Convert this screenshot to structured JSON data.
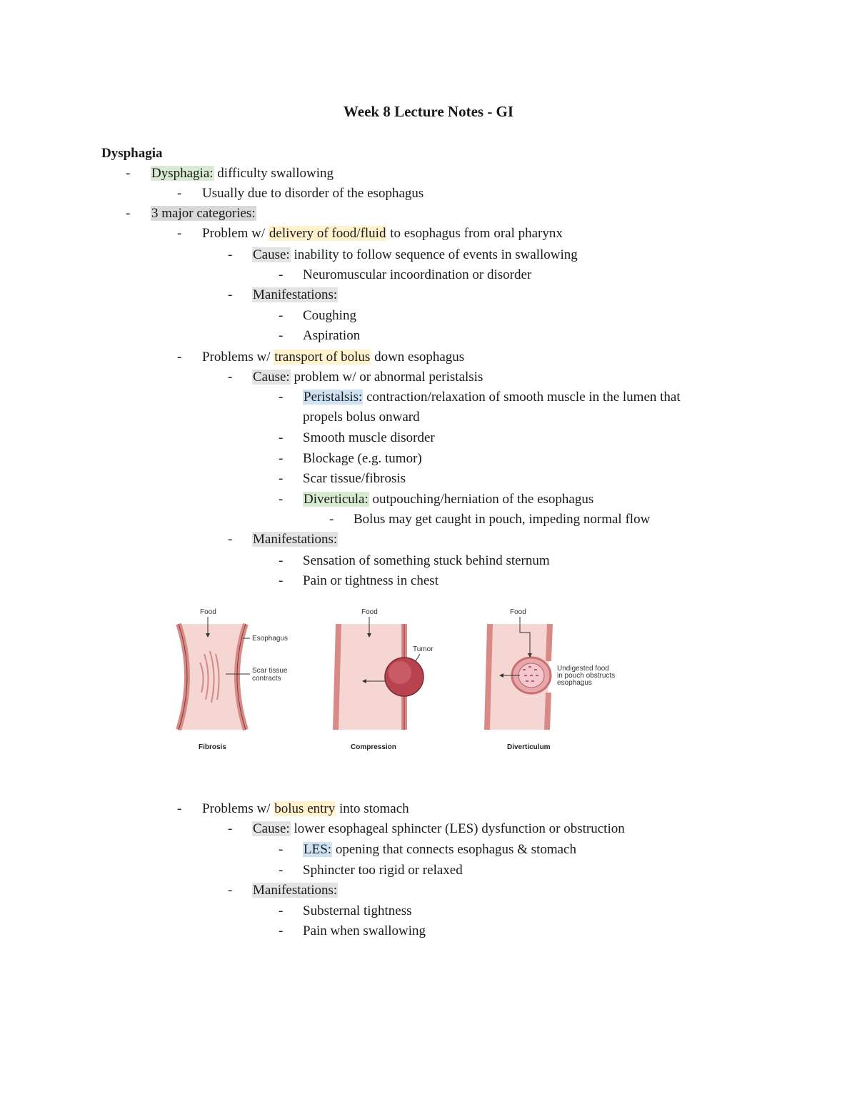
{
  "document": {
    "title": "Week 8 Lecture Notes - GI",
    "section": "Dysphagia"
  },
  "notes": {
    "def_term": "Dysphagia:",
    "def_text": " difficulty swallowing",
    "def_sub": "Usually due to disorder of the esophagus",
    "categories_term": "3 major categories:",
    "cat1_pre": "Problem w/ ",
    "cat1_hl": "delivery of food/fluid",
    "cat1_post": " to esophagus from oral pharynx",
    "cat1_cause_term": "Cause:",
    "cat1_cause_text": " inability to follow sequence of events in swallowing",
    "cat1_cause_sub": "Neuromuscular incoordination or disorder",
    "cat1_manif_term": "Manifestations:",
    "cat1_manif_1": "Coughing",
    "cat1_manif_2": "Aspiration",
    "cat2_pre": "Problems w/ ",
    "cat2_hl": "transport of bolus",
    "cat2_post": " down esophagus",
    "cat2_cause_term": "Cause:",
    "cat2_cause_text": " problem w/ or abnormal peristalsis",
    "peristalsis_term": "Peristalsis:",
    "peristalsis_text": " contraction/relaxation of smooth muscle in the lumen that",
    "peristalsis_text2": "propels bolus onward",
    "cat2_item_smooth": "Smooth muscle disorder",
    "cat2_item_blockage": "Blockage (e.g. tumor)",
    "cat2_item_scar": "Scar tissue/fibrosis",
    "diverticula_term": "Diverticula:",
    "diverticula_text": " outpouching/herniation of the esophagus",
    "diverticula_sub": "Bolus may get caught in pouch, impeding normal flow",
    "cat2_manif_term": "Manifestations:",
    "cat2_manif_1": "Sensation of something stuck behind sternum",
    "cat2_manif_2": "Pain or tightness in chest",
    "cat3_pre": "Problems w/ ",
    "cat3_hl": "bolus entry",
    "cat3_post": " into stomach",
    "cat3_cause_term": "Cause:",
    "cat3_cause_text": " lower esophageal sphincter (LES) dysfunction or obstruction",
    "les_term": "LES:",
    "les_text": " opening that connects esophagus & stomach",
    "cat3_item_sphincter": "Sphincter too rigid or relaxed",
    "cat3_manif_term": "Manifestations:",
    "cat3_manif_1": "Substernal tightness",
    "cat3_manif_2": "Pain when swallowing",
    "dash": "-"
  },
  "figure": {
    "fibrosis": {
      "food": "Food",
      "esophagus": "Esophagus",
      "scar_1": "Scar tissue",
      "scar_2": "contracts",
      "caption": "Fibrosis"
    },
    "compression": {
      "food": "Food",
      "tumor": "Tumor",
      "caption": "Compression"
    },
    "diverticulum": {
      "food": "Food",
      "undigested_1": "Undigested food",
      "undigested_2": "in pouch obstructs",
      "undigested_3": "esophagus",
      "caption": "Diverticulum"
    }
  },
  "colors": {
    "highlight_green": "#d9ead3",
    "highlight_yellow": "#fff2cc",
    "highlight_gray": "#e3e3e3",
    "highlight_blue": "#cfe2f3",
    "tissue_wall": "#d98a86",
    "tissue_lumen": "#f6d6d2",
    "tumor": "#b8434f"
  }
}
